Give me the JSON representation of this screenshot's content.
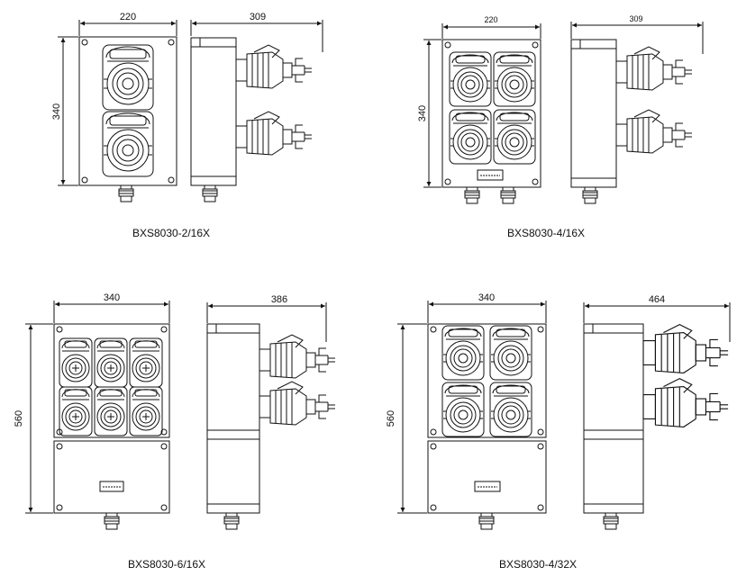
{
  "panels": [
    {
      "caption": "BXS8030-2/16X",
      "front_width": "220",
      "height": "340",
      "side_depth": "309",
      "sockets": "2 x 1 (16A)"
    },
    {
      "caption": "BXS8030-4/16X",
      "front_width": "220",
      "height": "340",
      "side_depth": "309",
      "sockets": "2 x 2 (16A)"
    },
    {
      "caption": "BXS8030-6/16X",
      "front_width": "340",
      "height": "560",
      "side_depth": "386",
      "sockets": "3 x 2 (16A)"
    },
    {
      "caption": "BXS8030-4/32X",
      "front_width": "340",
      "height": "560",
      "side_depth": "464",
      "sockets": "2 x 2 (32A)"
    }
  ],
  "colors": {
    "line": "#111111",
    "background": "#ffffff"
  }
}
